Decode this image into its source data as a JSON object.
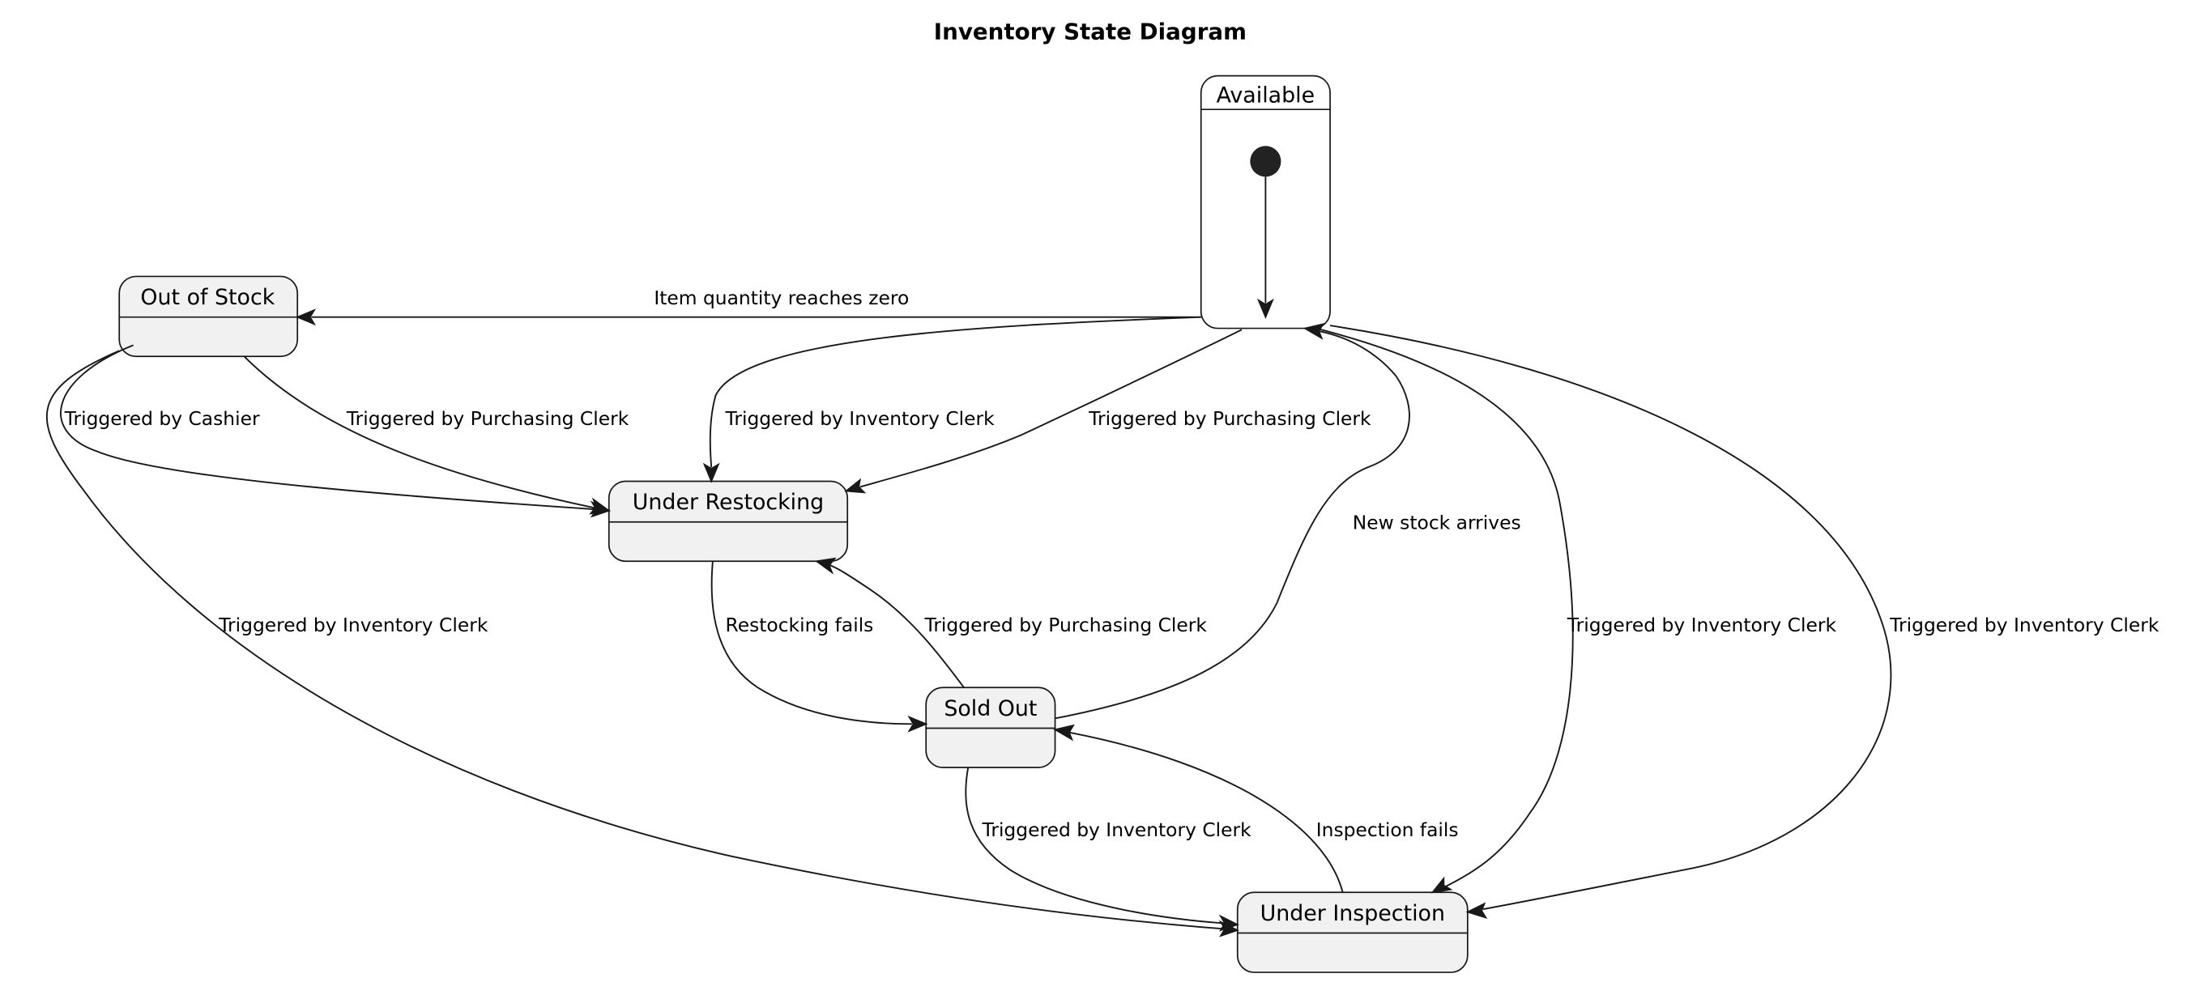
{
  "title": "Inventory State Diagram",
  "states": {
    "available": "Available",
    "out_of_stock": "Out of Stock",
    "under_restocking": "Under Restocking",
    "sold_out": "Sold Out",
    "under_inspection": "Under Inspection"
  },
  "transitions": [
    {
      "id": "available-out-of-stock",
      "from": "Available",
      "to": "Out of Stock",
      "label": "Item quantity reaches zero"
    },
    {
      "id": "available-restocking-inventory",
      "from": "Available",
      "to": "Under Restocking",
      "label": "Triggered by Inventory Clerk"
    },
    {
      "id": "available-restocking-purchasing",
      "from": "Available",
      "to": "Under Restocking",
      "label": "Triggered by Purchasing Clerk"
    },
    {
      "id": "available-inspection-1",
      "from": "Available",
      "to": "Under Inspection",
      "label": "Triggered by Inventory Clerk"
    },
    {
      "id": "available-inspection-2",
      "from": "Available",
      "to": "Under Inspection",
      "label": "Triggered by Inventory Clerk"
    },
    {
      "id": "outofstock-restocking-cashier",
      "from": "Out of Stock",
      "to": "Under Restocking",
      "label": "Triggered by Cashier"
    },
    {
      "id": "outofstock-restocking-purchasing",
      "from": "Out of Stock",
      "to": "Under Restocking",
      "label": "Triggered by Purchasing Clerk"
    },
    {
      "id": "outofstock-inspection",
      "from": "Out of Stock",
      "to": "Under Inspection",
      "label": "Triggered by Inventory Clerk"
    },
    {
      "id": "restocking-soldout",
      "from": "Under Restocking",
      "to": "Sold Out",
      "label": "Restocking fails"
    },
    {
      "id": "soldout-restocking",
      "from": "Sold Out",
      "to": "Under Restocking",
      "label": "Triggered by Purchasing Clerk"
    },
    {
      "id": "soldout-available",
      "from": "Sold Out",
      "to": "Available",
      "label": "New stock arrives"
    },
    {
      "id": "soldout-inspection",
      "from": "Sold Out",
      "to": "Under Inspection",
      "label": "Triggered by Inventory Clerk"
    },
    {
      "id": "inspection-soldout",
      "from": "Under Inspection",
      "to": "Sold Out",
      "label": "Inspection fails"
    }
  ]
}
